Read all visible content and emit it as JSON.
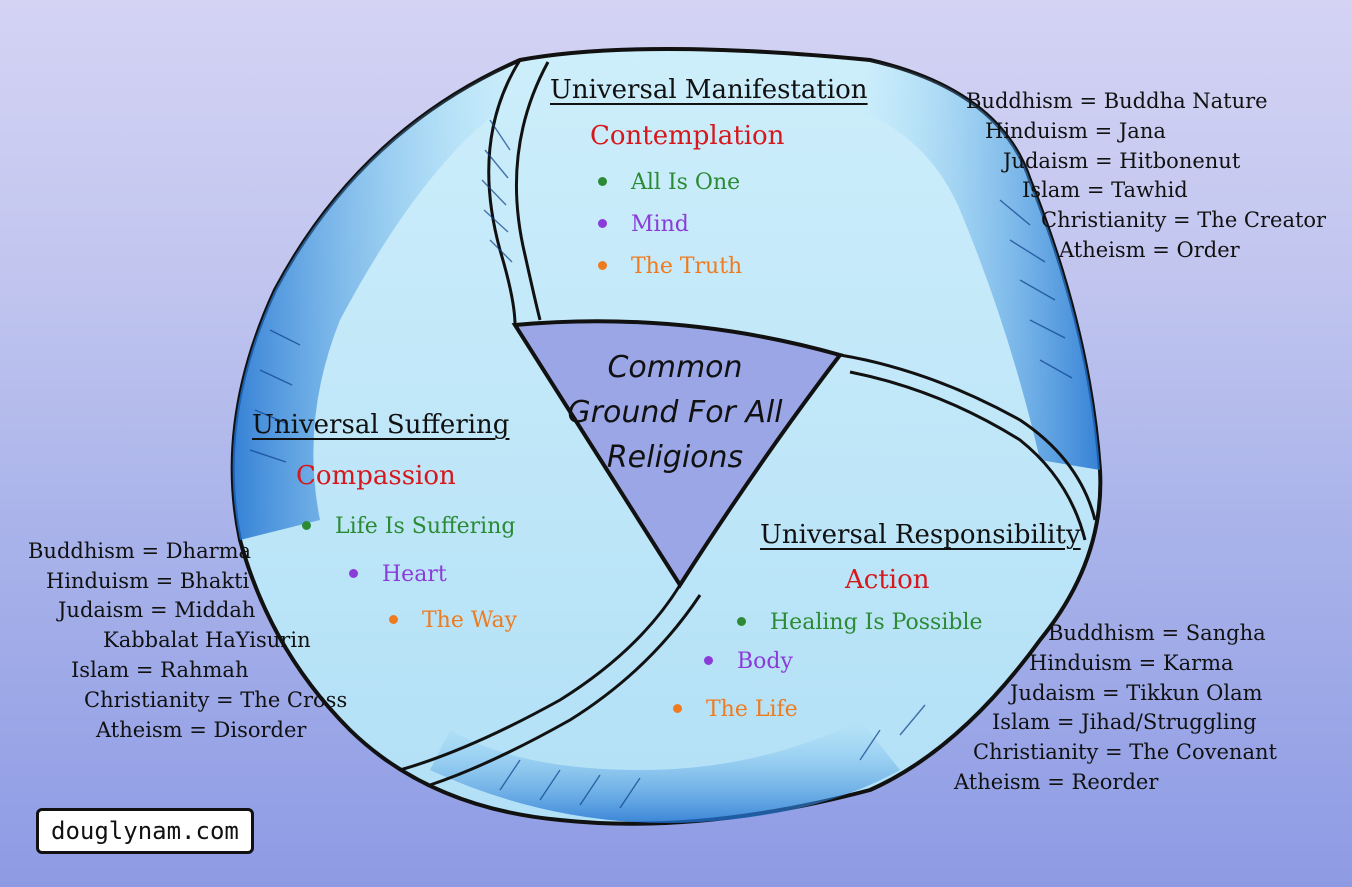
{
  "sections": {
    "manifestation": {
      "heading": "Universal Manifestation",
      "subheading": "Contemplation",
      "points": [
        "All Is One",
        "Mind",
        "The Truth"
      ]
    },
    "suffering": {
      "heading": "Universal Suffering",
      "subheading": "Compassion",
      "points": [
        "Life Is Suffering",
        "Heart",
        "The Way"
      ]
    },
    "responsibility": {
      "heading": "Universal Responsibility",
      "subheading": "Action",
      "points": [
        "Healing Is Possible",
        "Body",
        "The Life"
      ]
    }
  },
  "center": {
    "lines": [
      "Common",
      "Ground For All",
      "Religions"
    ]
  },
  "mappings": {
    "manifestation": [
      "Buddhism = Buddha Nature",
      "Hinduism = Jana",
      "Judaism = Hitbonenut",
      "Islam = Tawhid",
      "Christianity = The Creator",
      "Atheism = Order"
    ],
    "suffering": [
      "Buddhism = Dharma",
      "Hinduism = Bhakti",
      "Judaism = Middah",
      "Kabbalat HaYisurin",
      "Islam = Rahmah",
      "Christianity = The Cross",
      "Atheism = Disorder"
    ],
    "responsibility": [
      "Buddhism = Sangha",
      "Hinduism = Karma",
      "Judaism = Tikkun Olam",
      "Islam = Jihad/Struggling",
      "Christianity = The Covenant",
      "Atheism = Reorder"
    ]
  },
  "logo": "douglynam.com",
  "colors": {
    "heading": "#111111",
    "subheading": "#d6171c",
    "point1": "#2b8a34",
    "point2": "#8a3cd8",
    "point3": "#ee7b1f",
    "band": "#bfe6f7",
    "band_shade": "#2d7fd4"
  }
}
